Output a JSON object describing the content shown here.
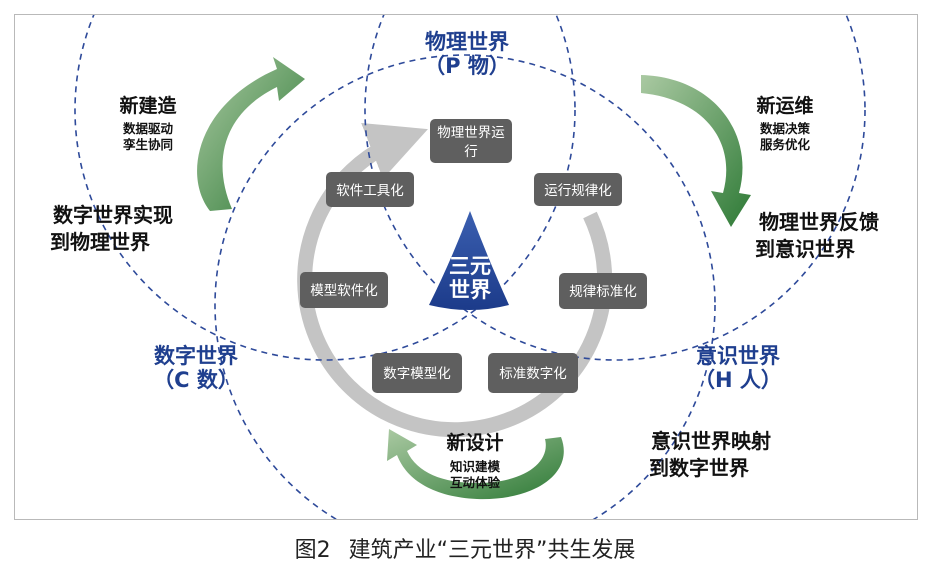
{
  "worlds": {
    "physical": {
      "name": "物理世界",
      "code": "（P 物）"
    },
    "digital": {
      "name": "数字世界",
      "code": "（C 数）"
    },
    "consciousness": {
      "name": "意识世界",
      "code": "（H 人）"
    }
  },
  "center": {
    "line1": "三元",
    "line2": "世界"
  },
  "modes": {
    "build": {
      "title": "新建造",
      "line1": "数据驱动",
      "line2": "孪生协同"
    },
    "operate": {
      "title": "新运维",
      "line1": "数据决策",
      "line2": "服务优化"
    },
    "design": {
      "title": "新设计",
      "line1": "知识建模",
      "line2": "互动体验"
    }
  },
  "flows": {
    "digital_to_physical": {
      "line1": "数字世界实现",
      "line2": "到物理世界"
    },
    "physical_to_consciousness": {
      "line1": "物理世界反馈",
      "line2": "到意识世界"
    },
    "consciousness_to_digital": {
      "line1": "意识世界映射",
      "line2": "到数字世界"
    }
  },
  "cycle": [
    {
      "line1": "物理世界运",
      "line2": "行"
    },
    {
      "line1": "运行规律化"
    },
    {
      "line1": "规律标准化"
    },
    {
      "line1": "标准数字化"
    },
    {
      "line1": "数字模型化"
    },
    {
      "line1": "模型软件化"
    },
    {
      "line1": "软件工具化"
    }
  ],
  "caption": {
    "figure": "图2",
    "title": "建筑产业“三元世界”共生发展"
  },
  "colors": {
    "navy": "#1f3f8f",
    "box": "#5f5f5f",
    "ring": "#c4c4c4",
    "arrow_green": "#2e7a36"
  }
}
